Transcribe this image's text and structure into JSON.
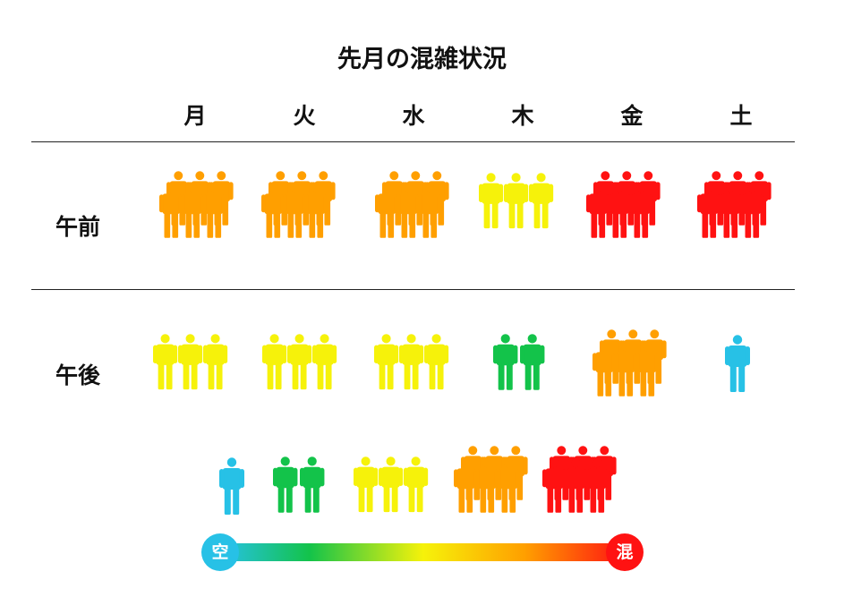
{
  "title": "先月の混雑状況",
  "days": [
    "月",
    "火",
    "水",
    "木",
    "金",
    "土"
  ],
  "rows": [
    {
      "label": "午前",
      "levels": [
        4,
        4,
        4,
        3,
        5,
        5
      ]
    },
    {
      "label": "午後",
      "levels": [
        3,
        3,
        3,
        2,
        4,
        1
      ]
    }
  ],
  "legend": {
    "levels": [
      1,
      2,
      3,
      4,
      5
    ],
    "empty_label": "空",
    "full_label": "混"
  },
  "colors": {
    "1": "#27c1e6",
    "2": "#13c34a",
    "3": "#f6f20a",
    "4": "#ff9f00",
    "5": "#ff1212"
  },
  "icons": {
    "person": "person-icon"
  }
}
